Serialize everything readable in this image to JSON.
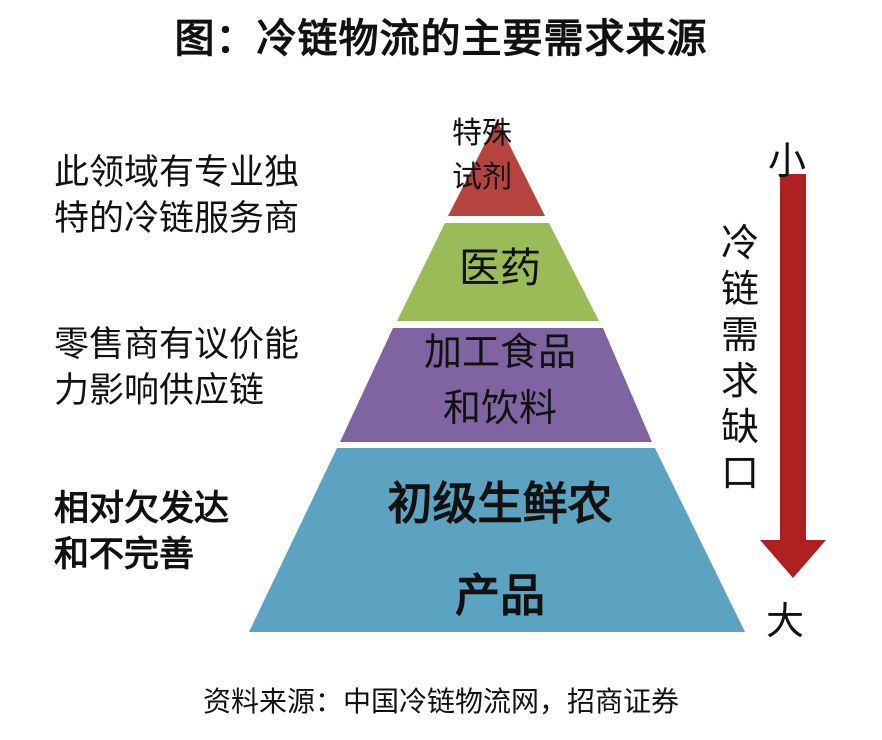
{
  "title": "图：冷链物流的主要需求来源",
  "notes": {
    "top": "此领域有专业独\n特的冷链服务商",
    "middle": "零售商有议价能\n力影响供应链",
    "bottom": "相对欠发达\n和不完善"
  },
  "pyramid": {
    "levels": [
      {
        "label": "特殊\n试剂",
        "color": "#B5443F"
      },
      {
        "label": "医药",
        "color": "#9BBB59"
      },
      {
        "label": "加工食品\n和饮料",
        "color": "#8064A2"
      },
      {
        "label": "初级生鲜农\n产品",
        "color": "#5BA3C0"
      }
    ]
  },
  "axis": {
    "top_label": "小",
    "bottom_label": "大",
    "caption": "冷链需求缺口",
    "arrow_color": "#B02020"
  },
  "source": "资料来源：中国冷链物流网，招商证券"
}
